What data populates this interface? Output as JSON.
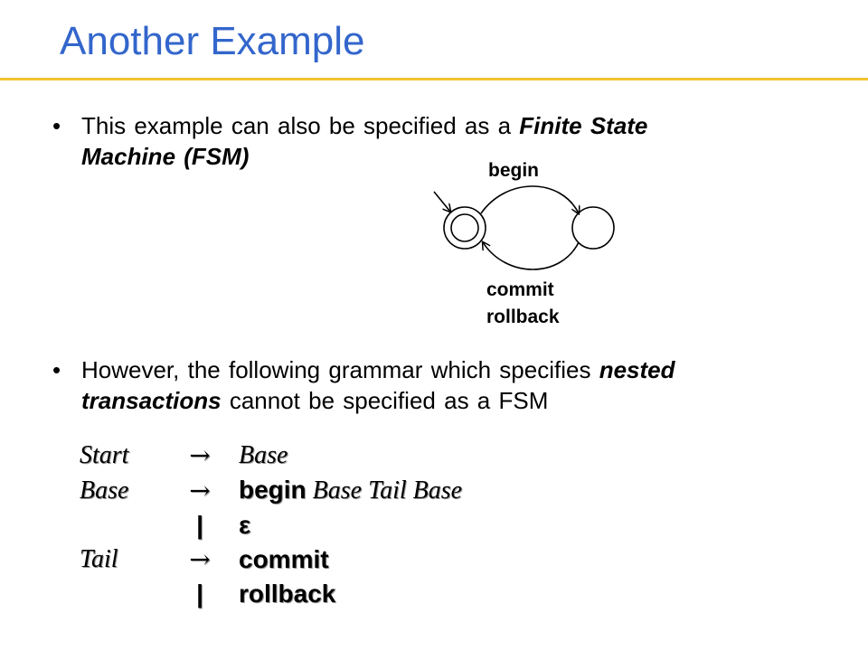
{
  "slide": {
    "title": "Another Example",
    "accent_color": "#3366cc",
    "rule_color": "#f2c230"
  },
  "bullets": [
    {
      "line1_prefix": "This example can also be specified as a ",
      "line1_bold": "Finite State",
      "line2_bold": "Machine (FSM)"
    },
    {
      "line1_prefix": "However, the following grammar which specifies ",
      "line1_bold": "nested",
      "line2_bold": "transactions",
      "line2_suffix": " cannot be specified as a FSM"
    }
  ],
  "fsm": {
    "top_label": "begin",
    "bottom_label_1": "commit",
    "bottom_label_2": "rollback"
  },
  "grammar": {
    "rows": [
      {
        "lhs": "Start",
        "arrow": "→",
        "rhs_nt": "Base"
      },
      {
        "lhs": "Base",
        "arrow": "→",
        "rhs_term": "begin",
        "rhs_nt": " Base Tail Base"
      },
      {
        "bar": "|",
        "rhs_term": "ε"
      },
      {
        "lhs": "Tail",
        "arrow": "→",
        "rhs_term": "commit"
      },
      {
        "bar": "|",
        "rhs_term": "rollback"
      }
    ]
  }
}
